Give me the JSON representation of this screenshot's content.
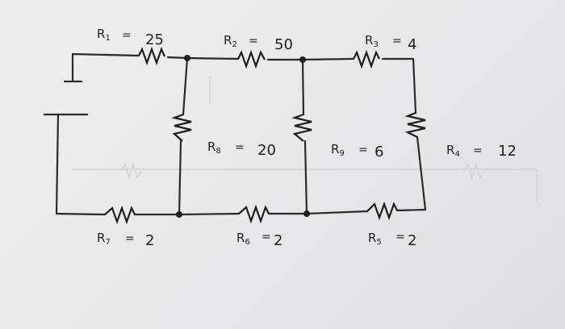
{
  "labels": {
    "r1": {
      "name": "R",
      "sub": "1",
      "eq": "=",
      "value": "25"
    },
    "r2": {
      "name": "R",
      "sub": "2",
      "eq": "=",
      "value": "50"
    },
    "r3": {
      "name": "R",
      "sub": "3",
      "eq": "=",
      "value": "4"
    },
    "r4": {
      "name": "R",
      "sub": "4",
      "eq": "=",
      "value": "12"
    },
    "r5": {
      "name": "R",
      "sub": "5",
      "eq": "=",
      "value": "2"
    },
    "r6": {
      "name": "R",
      "sub": "6",
      "eq": "=",
      "value": "2"
    },
    "r7": {
      "name": "R",
      "sub": "7",
      "eq": "=",
      "value": "2"
    },
    "r8": {
      "name": "R",
      "sub": "8",
      "eq": "=",
      "value": "20"
    },
    "r9": {
      "name": "R",
      "sub": "9",
      "eq": "=",
      "value": "6"
    }
  },
  "colors": {
    "ink": "#1f1f1f",
    "paper": "#e9eaec"
  }
}
